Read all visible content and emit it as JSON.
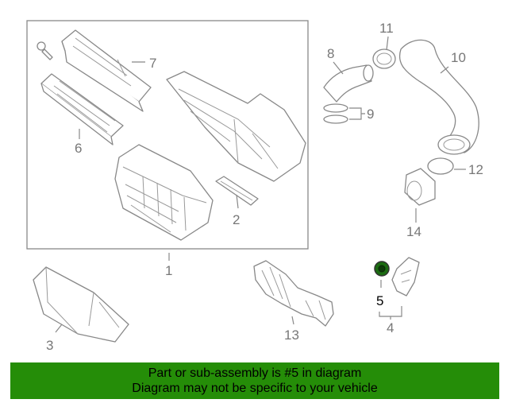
{
  "diagram": {
    "callouts": {
      "c1": "1",
      "c2": "2",
      "c3": "3",
      "c4": "4",
      "c5": "5",
      "c6": "6",
      "c7": "7",
      "c8": "8",
      "c9": "9",
      "c10": "10",
      "c11": "11",
      "c12": "12",
      "c13": "13",
      "c14": "14"
    },
    "highlighted_part": "5",
    "colors": {
      "line": "#888888",
      "highlight": "#1c6b12",
      "assembly_box": "#888888"
    }
  },
  "banner": {
    "line1": "Part or sub-assembly is #5 in diagram",
    "line2": "Diagram may not be specific to your vehicle",
    "background": "#258d08"
  }
}
